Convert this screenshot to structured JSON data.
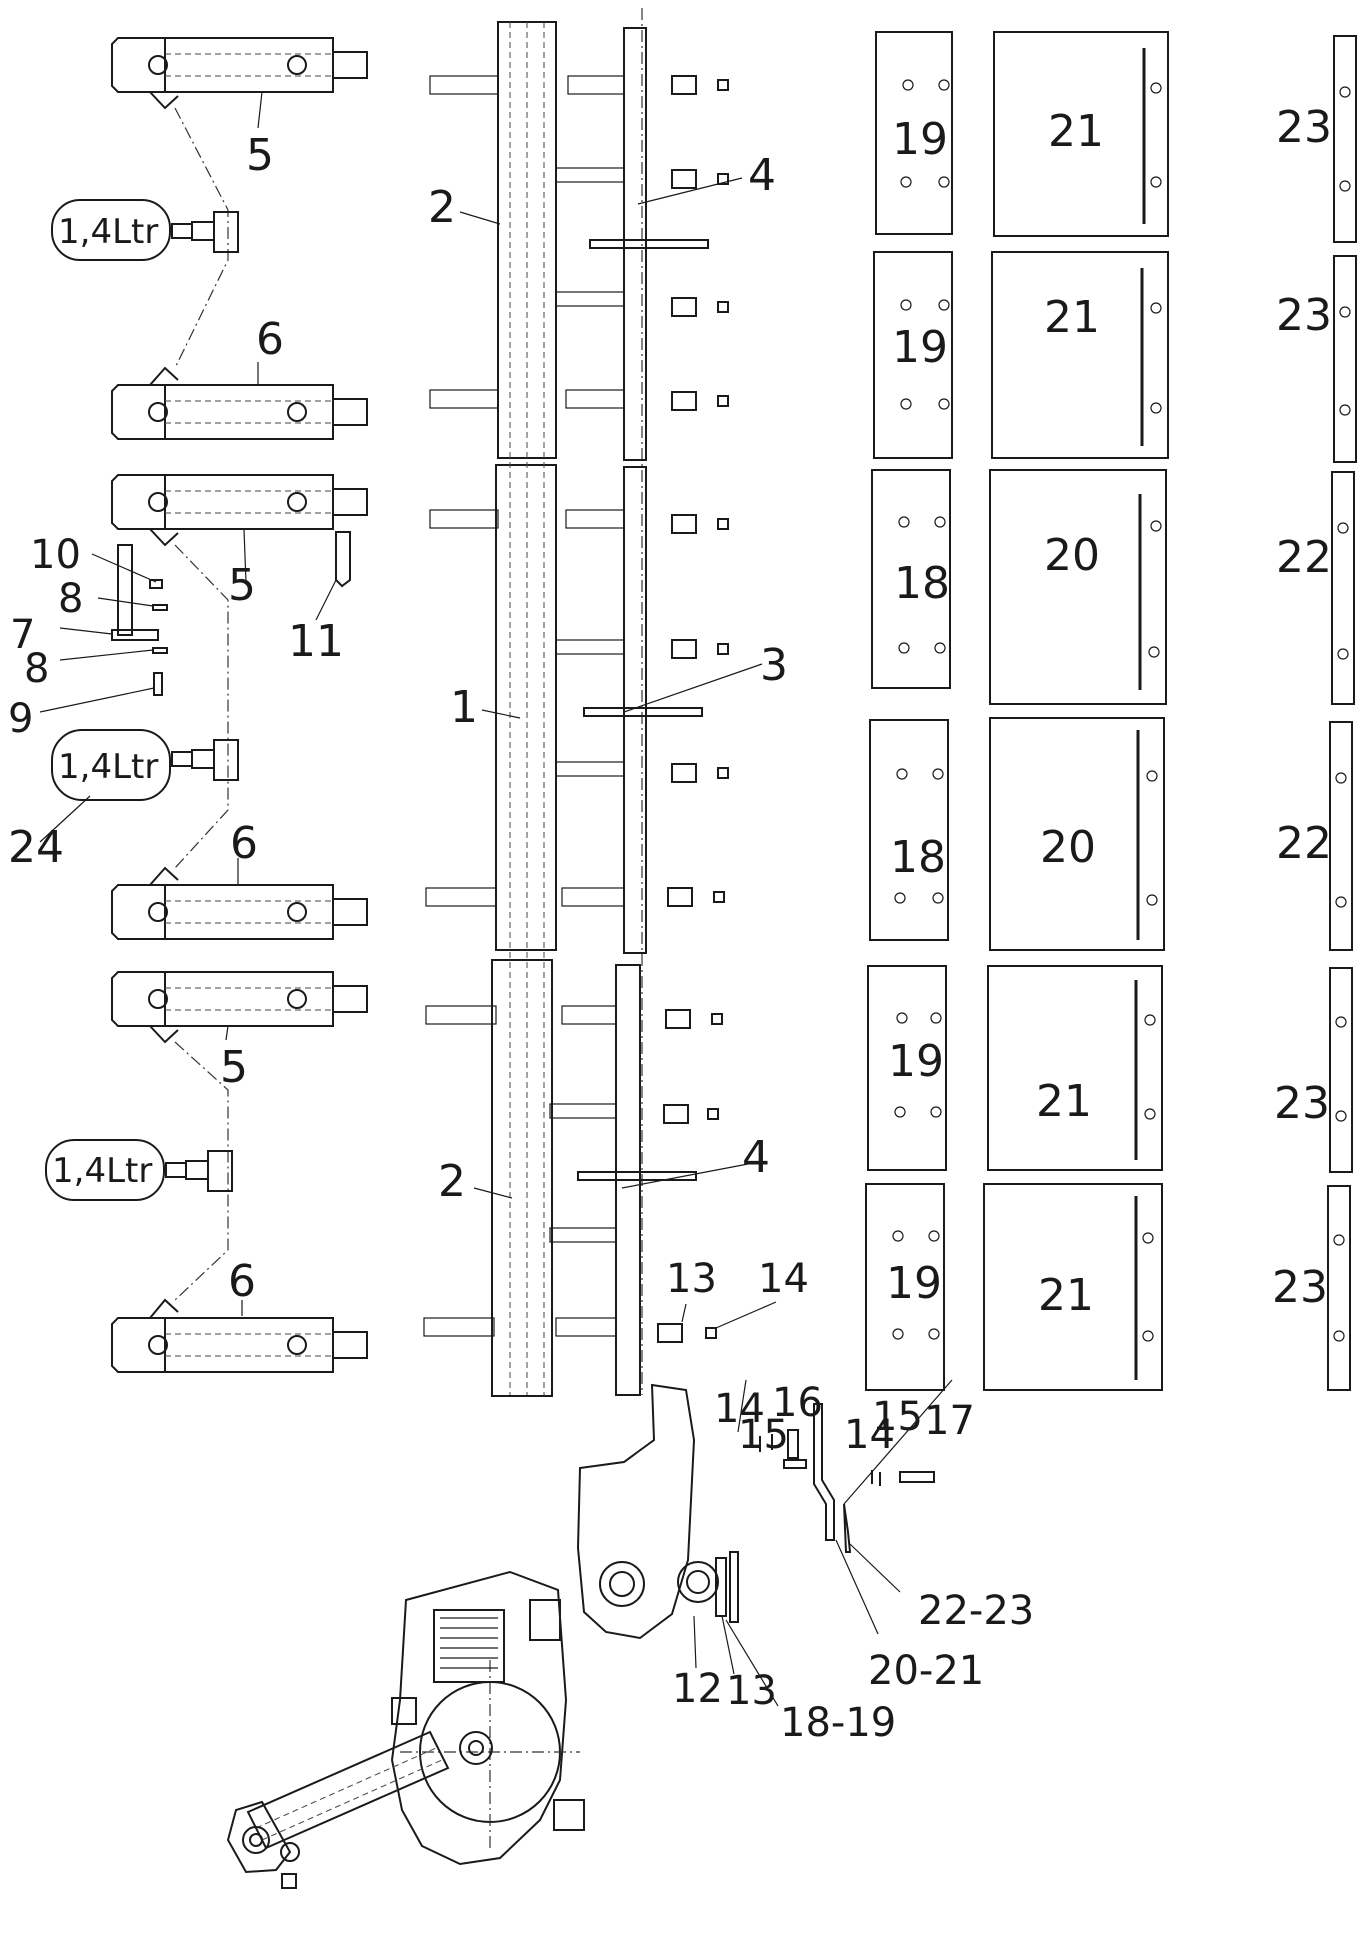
{
  "labels": {
    "l1": "1",
    "l2": "2",
    "l3": "3",
    "l4": "4",
    "l5": "5",
    "l6": "6",
    "l7": "7",
    "l8": "8",
    "l9": "9",
    "l10": "10",
    "l11": "11",
    "l12": "12",
    "l13": "13",
    "l14": "14",
    "l15": "15",
    "l16": "16",
    "l17": "17",
    "l18": "18",
    "l19": "19",
    "l20": "20",
    "l21": "21",
    "l22": "22",
    "l23": "23",
    "l24": "24",
    "l18_19": "18-19",
    "l20_21": "20-21",
    "l22_23": "22-23"
  },
  "tank": {
    "volume": "1,4Ltr"
  }
}
